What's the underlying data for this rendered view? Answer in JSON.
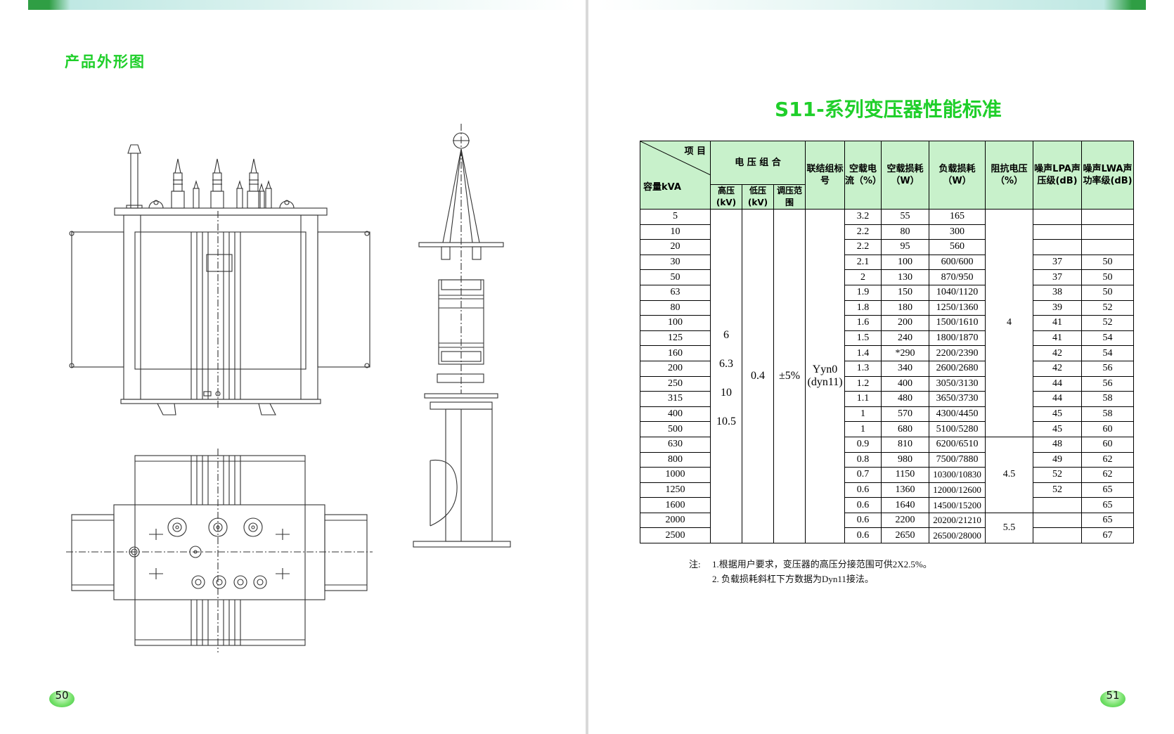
{
  "left_page": {
    "section_title": "产品外形图",
    "page_number": "50"
  },
  "right_page": {
    "title": "S11-系列变压器性能标准",
    "page_number": "51",
    "table": {
      "header": {
        "item": "项 目",
        "capacity": "容量kVA",
        "voltage_combo": "电 压 组 合",
        "hv": "高压(kV)",
        "lv": "低压(kV)",
        "tap": "调压范围",
        "vector_group": "联结组标号",
        "no_load_current": "空载电流（%）",
        "no_load_loss": "空载损耗（W）",
        "load_loss": "负载损耗（W）",
        "impedance": "阻抗电压（%）",
        "lpa": "噪声LPA声压级(dB)",
        "lwa": "噪声LWA声功率级(dB)"
      },
      "hv_values": [
        "6",
        "6.3",
        "10",
        "10.5"
      ],
      "lv_value": "0.4",
      "tap_value": "±5%",
      "vector_group": [
        "Yyn0",
        "(dyn11)"
      ],
      "impedance_groups": [
        "4",
        "4.5",
        "5.5"
      ],
      "rows": [
        {
          "cap": "5",
          "i0": "3.2",
          "p0": "55",
          "pk": "165",
          "lpa": "",
          "lwa": ""
        },
        {
          "cap": "10",
          "i0": "2.2",
          "p0": "80",
          "pk": "300",
          "lpa": "",
          "lwa": ""
        },
        {
          "cap": "20",
          "i0": "2.2",
          "p0": "95",
          "pk": "560",
          "lpa": "",
          "lwa": ""
        },
        {
          "cap": "30",
          "i0": "2.1",
          "p0": "100",
          "pk": "600/600",
          "lpa": "37",
          "lwa": "50"
        },
        {
          "cap": "50",
          "i0": "2",
          "p0": "130",
          "pk": "870/950",
          "lpa": "37",
          "lwa": "50"
        },
        {
          "cap": "63",
          "i0": "1.9",
          "p0": "150",
          "pk": "1040/1120",
          "lpa": "38",
          "lwa": "50"
        },
        {
          "cap": "80",
          "i0": "1.8",
          "p0": "180",
          "pk": "1250/1360",
          "lpa": "39",
          "lwa": "52"
        },
        {
          "cap": "100",
          "i0": "1.6",
          "p0": "200",
          "pk": "1500/1610",
          "lpa": "41",
          "lwa": "52"
        },
        {
          "cap": "125",
          "i0": "1.5",
          "p0": "240",
          "pk": "1800/1870",
          "lpa": "41",
          "lwa": "54"
        },
        {
          "cap": "160",
          "i0": "1.4",
          "p0": "*290",
          "pk": "2200/2390",
          "lpa": "42",
          "lwa": "54"
        },
        {
          "cap": "200",
          "i0": "1.3",
          "p0": "340",
          "pk": "2600/2680",
          "lpa": "42",
          "lwa": "56"
        },
        {
          "cap": "250",
          "i0": "1.2",
          "p0": "400",
          "pk": "3050/3130",
          "lpa": "44",
          "lwa": "56"
        },
        {
          "cap": "315",
          "i0": "1.1",
          "p0": "480",
          "pk": "3650/3730",
          "lpa": "44",
          "lwa": "58"
        },
        {
          "cap": "400",
          "i0": "1",
          "p0": "570",
          "pk": "4300/4450",
          "lpa": "45",
          "lwa": "58"
        },
        {
          "cap": "500",
          "i0": "1",
          "p0": "680",
          "pk": "5100/5280",
          "lpa": "45",
          "lwa": "60"
        },
        {
          "cap": "630",
          "i0": "0.9",
          "p0": "810",
          "pk": "6200/6510",
          "lpa": "48",
          "lwa": "60"
        },
        {
          "cap": "800",
          "i0": "0.8",
          "p0": "980",
          "pk": "7500/7880",
          "lpa": "49",
          "lwa": "62"
        },
        {
          "cap": "1000",
          "i0": "0.7",
          "p0": "1150",
          "pk": "10300/10830",
          "lpa": "52",
          "lwa": "62"
        },
        {
          "cap": "1250",
          "i0": "0.6",
          "p0": "1360",
          "pk": "12000/12600",
          "lpa": "52",
          "lwa": "65"
        },
        {
          "cap": "1600",
          "i0": "0.6",
          "p0": "1640",
          "pk": "14500/15200",
          "lpa": "",
          "lwa": "65"
        },
        {
          "cap": "2000",
          "i0": "0.6",
          "p0": "2200",
          "pk": "20200/21210",
          "lpa": "",
          "lwa": "65"
        },
        {
          "cap": "2500",
          "i0": "0.6",
          "p0": "2650",
          "pk": "26500/28000",
          "lpa": "",
          "lwa": "67"
        }
      ]
    },
    "notes": {
      "label": "注:",
      "line1": "1.根据用户要求，变压器的高压分接范围可供2X2.5%。",
      "line2": "2. 负载损耗斜杠下方数据为Dyn11接法。"
    }
  }
}
